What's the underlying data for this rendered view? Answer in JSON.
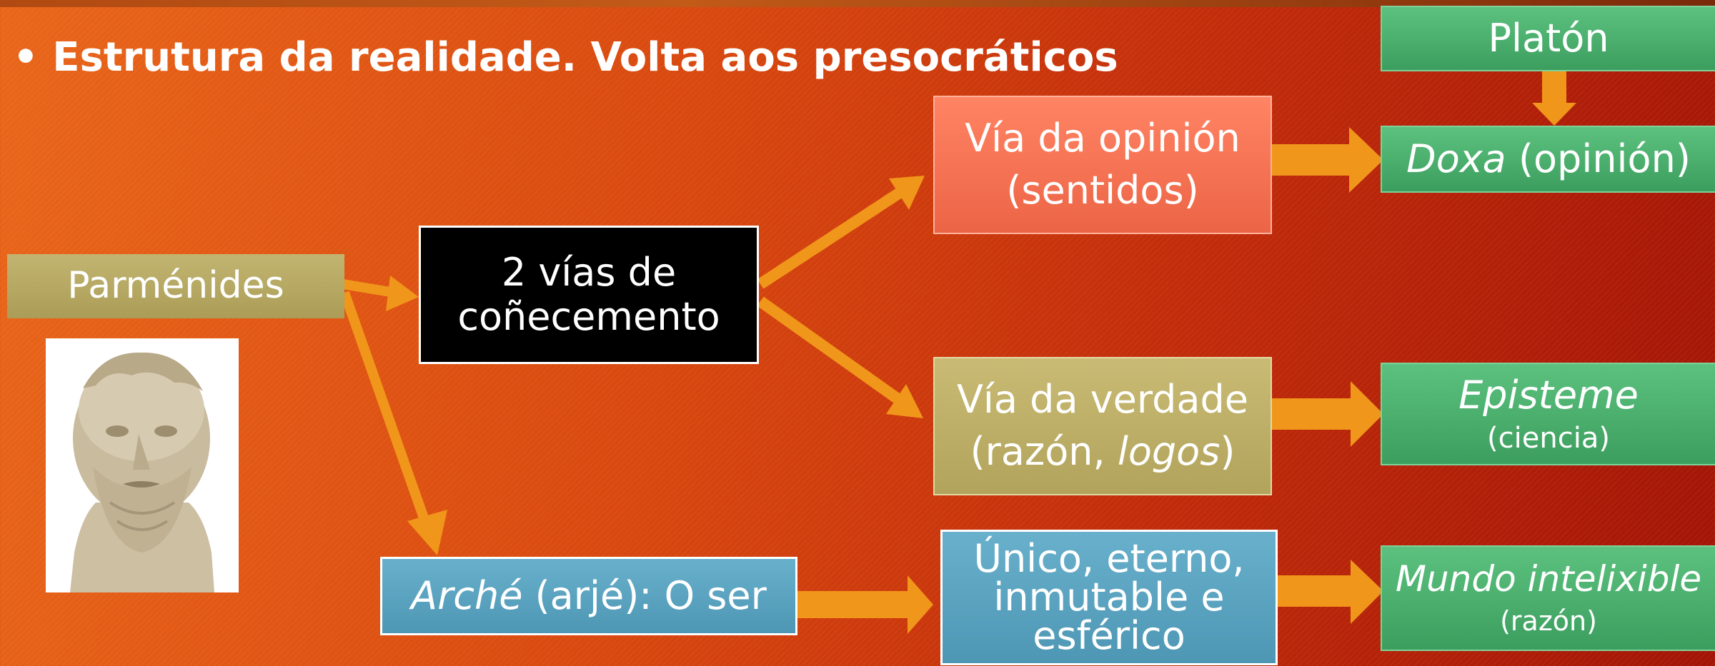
{
  "title": "• Estrutura da realidade. Volta aos presocráticos",
  "nodes": {
    "parmenides": "Parménides",
    "vias_line1": "2 vías de",
    "vias_line2": "coñecemento",
    "opinion_line1": "Vía da opinión",
    "opinion_line2": "(sentidos)",
    "verdade_line1": "Vía da verdade",
    "verdade_line2_a": "(razón, ",
    "verdade_line2_b": "logos",
    "verdade_line2_c": ")",
    "arche_a": "Arché",
    "arche_b": " (arjé): O ser",
    "unico": "Único, eterno, inmutable e esférico",
    "platon": "Platón",
    "doxa_a": "Doxa",
    "doxa_b": " (opinión)",
    "episteme": "Episteme",
    "episteme_sub": "(ciencia)",
    "mundo": "Mundo intelixible",
    "mundo_sub": "(razón)"
  },
  "colors": {
    "arrow": "#f0961a",
    "olive": "#b8aa62",
    "salmon": "#f56d4f",
    "teal": "#5aa5c2",
    "green": "#4aad6b",
    "black": "#000000"
  },
  "image": {
    "portrait": "parmenides-bust"
  }
}
